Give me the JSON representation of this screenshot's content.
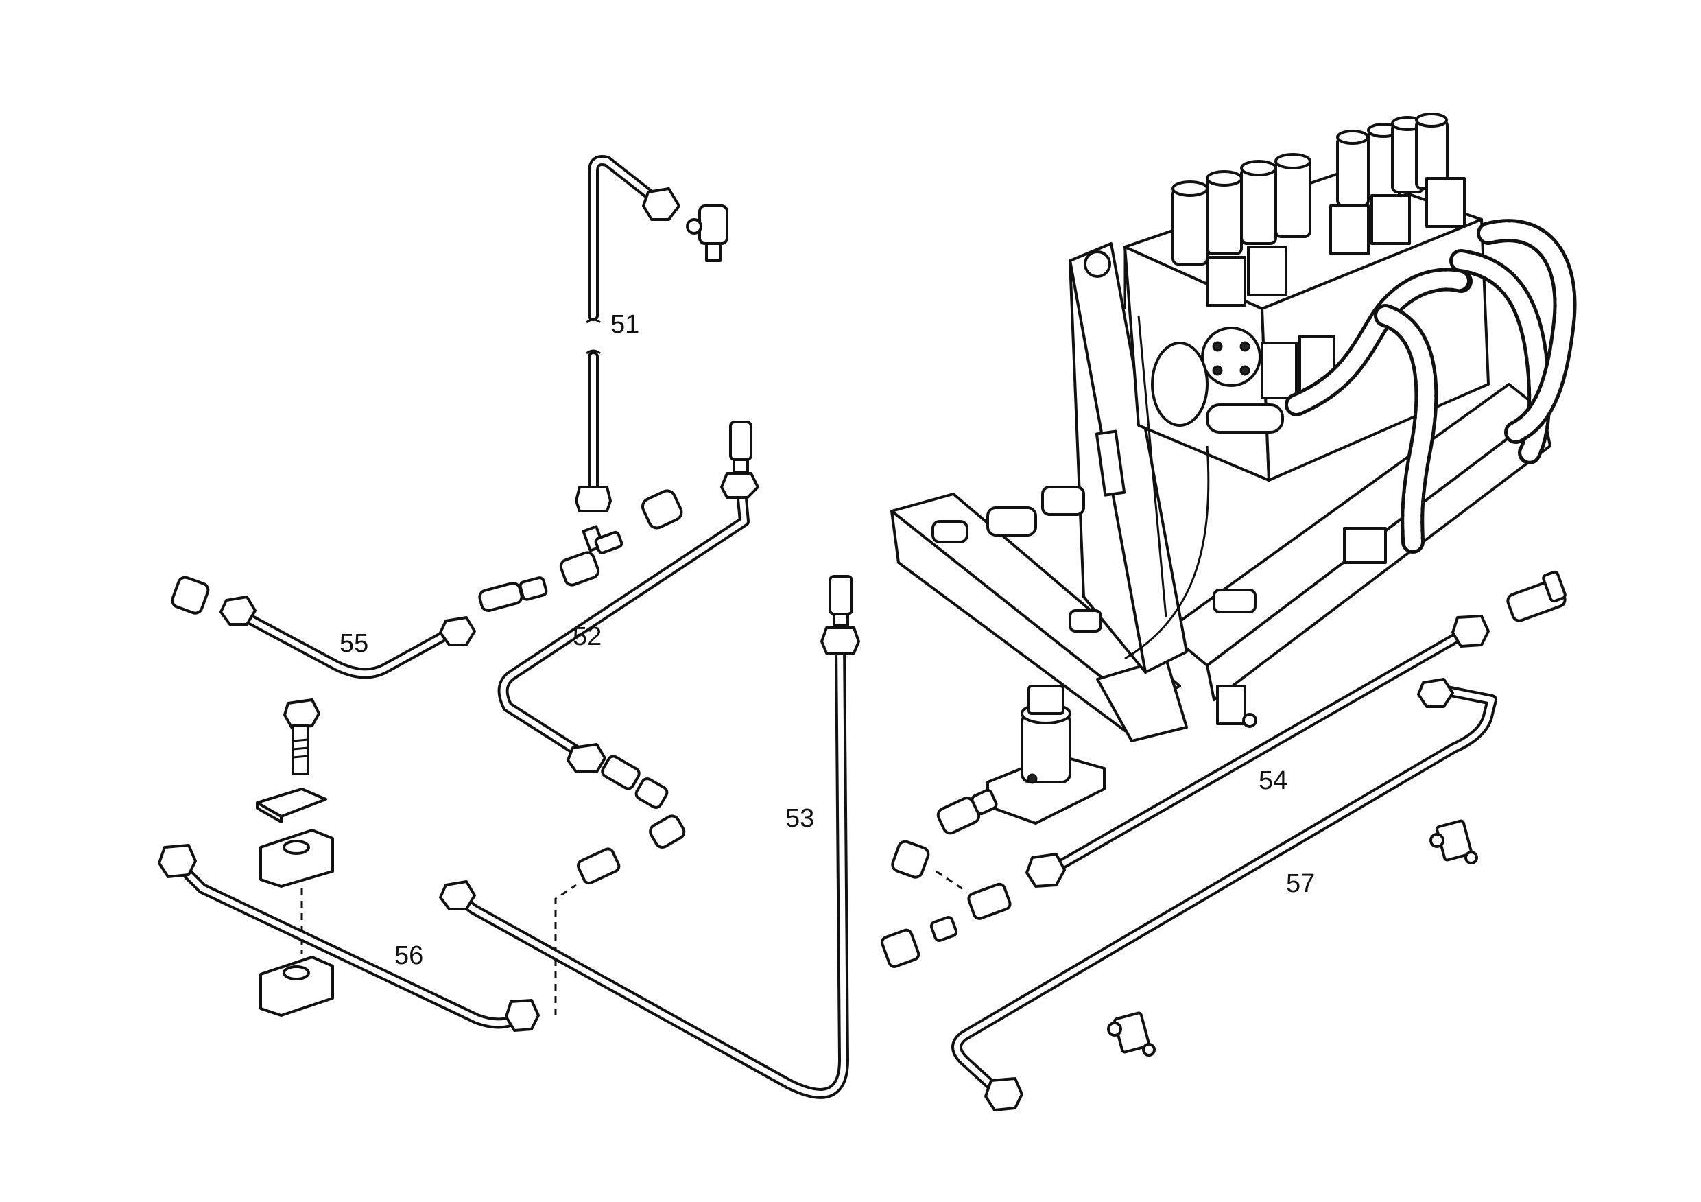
{
  "callouts": {
    "c51": "51",
    "c52": "52",
    "c53": "53",
    "c54": "54",
    "c55": "55",
    "c56": "56",
    "c57": "57"
  },
  "colors": {
    "line": "#111111",
    "background": "#ffffff"
  }
}
